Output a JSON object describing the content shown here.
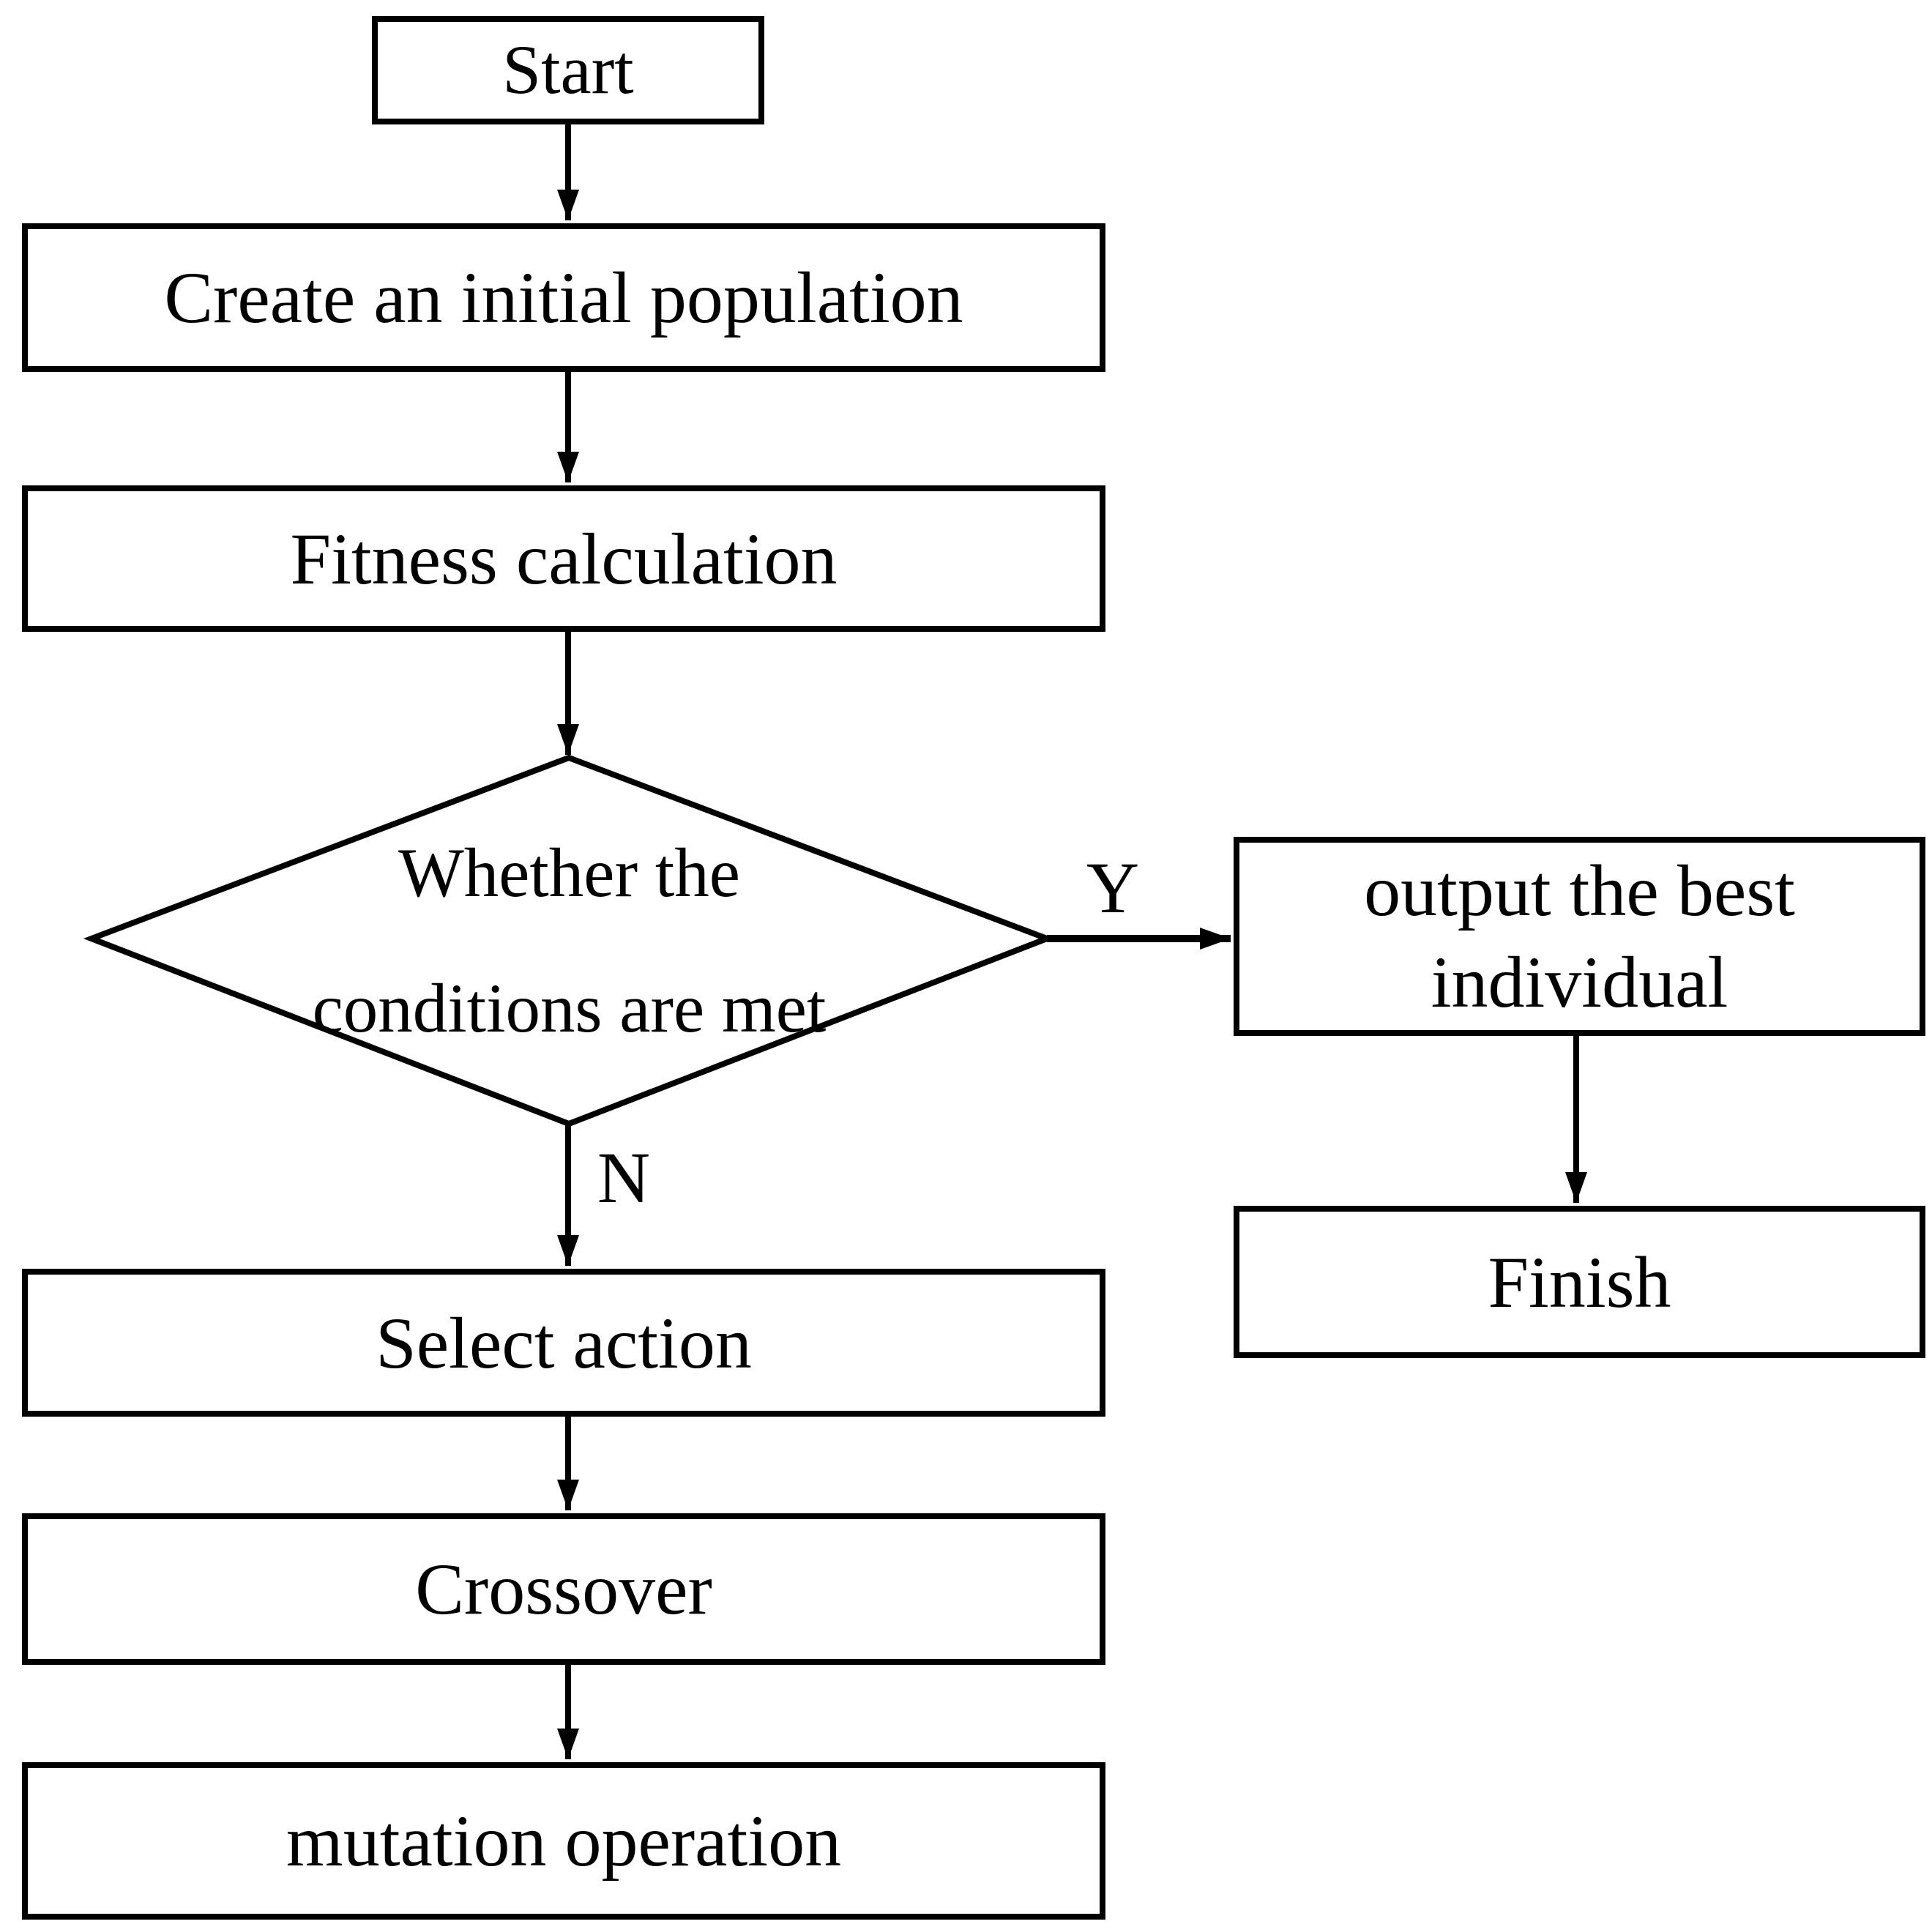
{
  "nodes": {
    "start": {
      "label": "Start"
    },
    "create_population": {
      "label": "Create an initial population"
    },
    "fitness": {
      "label": "Fitness calculation"
    },
    "decision": {
      "label": "Whether the conditions are met",
      "line1": "Whether the",
      "line2": "conditions are met"
    },
    "output_best": {
      "label": "output the best individual",
      "line1": "output the best",
      "line2": "individual"
    },
    "finish": {
      "label": "Finish"
    },
    "select_action": {
      "label": "Select action"
    },
    "crossover": {
      "label": "Crossover"
    },
    "mutation": {
      "label": "mutation operation"
    }
  },
  "edge_labels": {
    "yes": "Y",
    "no": "N"
  },
  "colors": {
    "stroke": "#000000",
    "node_fill": "#ffffff",
    "background": "#ffffff",
    "text": "#000000"
  }
}
